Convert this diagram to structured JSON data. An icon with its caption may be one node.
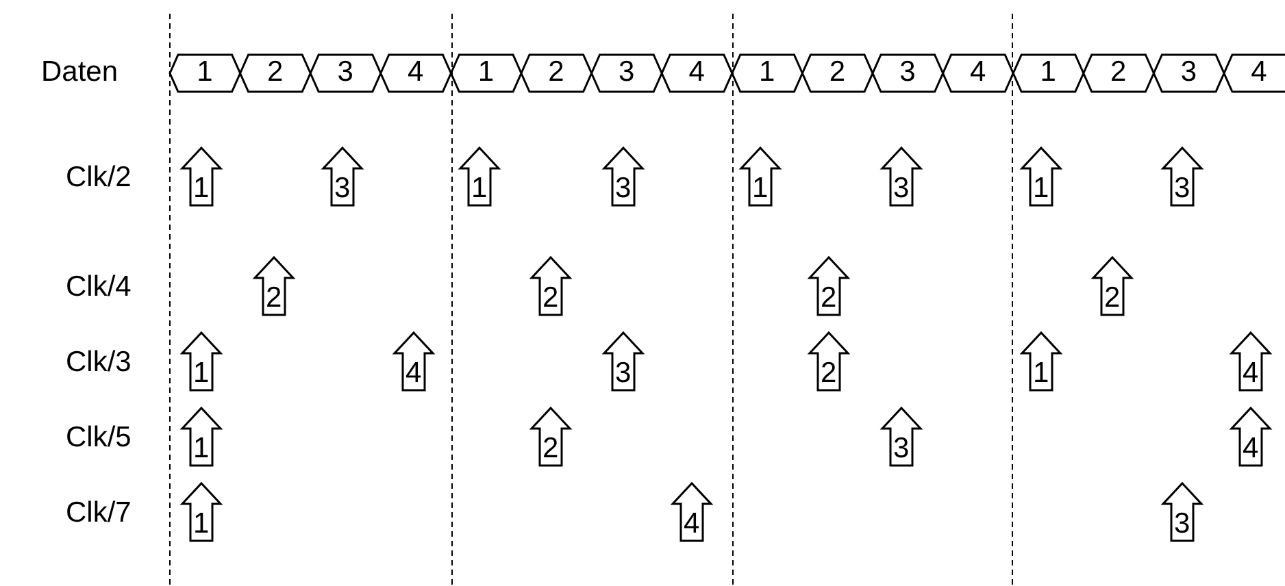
{
  "diagram": {
    "labels": [
      "Daten",
      "1",
      "2",
      "3",
      "4",
      "1",
      "2",
      "3",
      "4",
      "1",
      "2",
      "3",
      "4",
      "1",
      "2",
      "3",
      "4",
      "Clk/2",
      "1",
      "3",
      "1",
      "3",
      "1",
      "3",
      "1",
      "3",
      "Clk/4",
      "2",
      "2",
      "2",
      "2",
      "Clk/3",
      "1",
      "4",
      "3",
      "2",
      "1",
      "4",
      "Clk/5",
      "1",
      "2",
      "3",
      "4",
      "Clk/7",
      "1",
      "4",
      "3"
    ]
  }
}
